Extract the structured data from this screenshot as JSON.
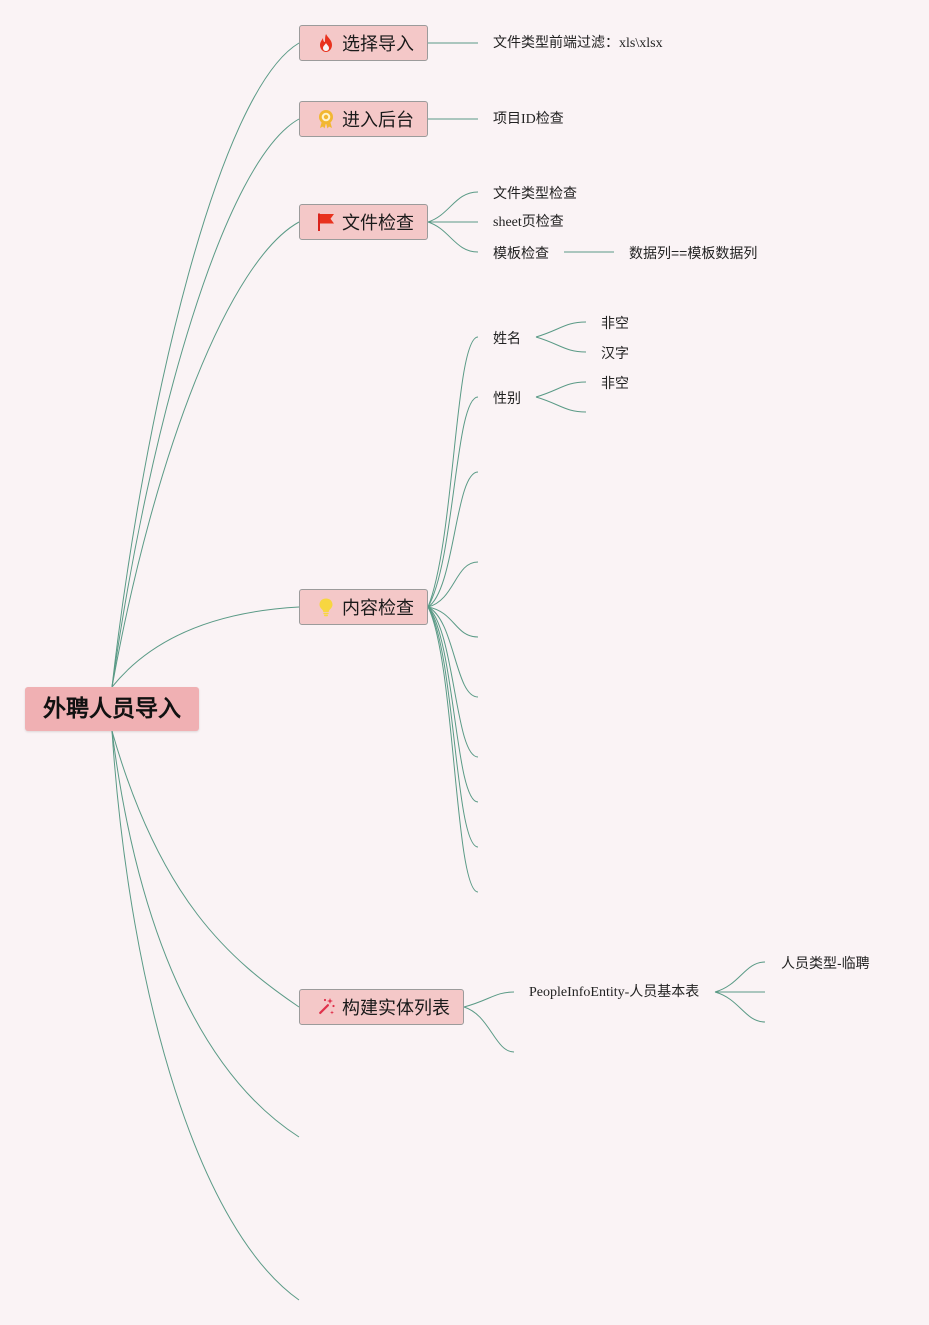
{
  "root": {
    "label": "外聘人员导入"
  },
  "branches": {
    "select_import": {
      "label": "选择导入",
      "icon": "fire-icon",
      "children": [
        "文件类型前端过滤：xls\\xlsx"
      ]
    },
    "enter_backend": {
      "label": "进入后台",
      "icon": "award-badge-icon",
      "children": [
        "项目ID检查"
      ]
    },
    "file_check": {
      "label": "文件检查",
      "icon": "red-flag-icon",
      "children": [
        "文件类型检查",
        "sheet页检查",
        "模板检查"
      ],
      "template_check_child": "数据列==模板数据列"
    },
    "content_check": {
      "label": "内容检查",
      "icon": "yellow-lightbulb-icon",
      "name_field": {
        "label": "姓名",
        "children": [
          "非空",
          "汉字"
        ]
      },
      "gender_field": {
        "label": "性别",
        "children": [
          "非空"
        ]
      }
    },
    "build_entity": {
      "label": "构建实体列表",
      "icon": "magic-wand-icon",
      "entity": {
        "label": "PeopleInfoEntity-人员基本表",
        "children": [
          "人员类型-临聘"
        ]
      }
    }
  },
  "colors": {
    "background": "#faf3f5",
    "root_fill": "#f0b0b3",
    "branch_fill": "#f4c8c8",
    "branch_border": "#9b9b9b",
    "connector": "#5a9a86"
  }
}
